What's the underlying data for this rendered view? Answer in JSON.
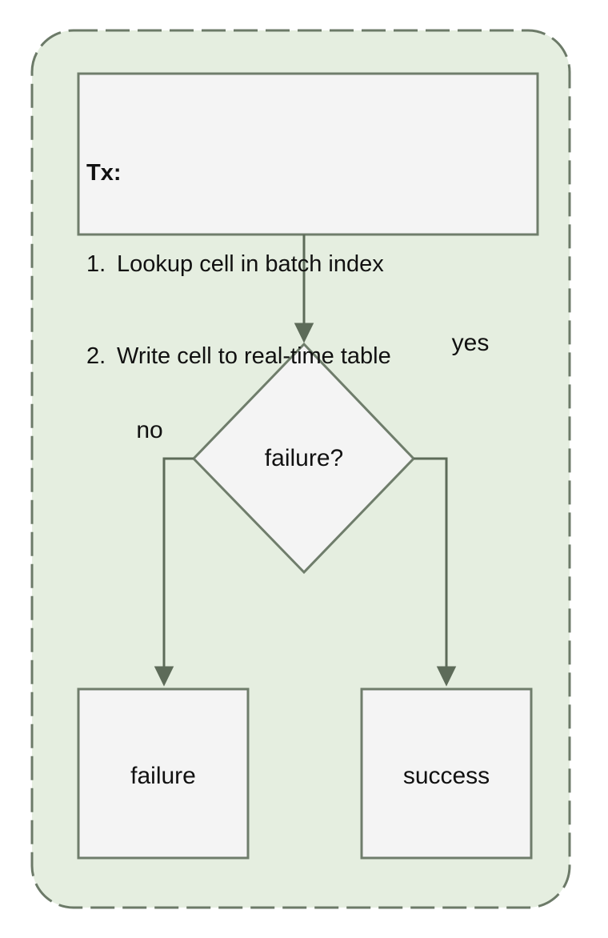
{
  "diagram": {
    "type": "flowchart",
    "title": "",
    "container": {
      "name": "transaction-group",
      "style": "dashed-rounded",
      "fill_color": "#e5eee0",
      "border_color": "#6c7a68"
    },
    "colors": {
      "node_fill": "#f4f4f4",
      "node_border": "#6f7d6b",
      "edge_stroke": "#5d6b59",
      "text": "#111111",
      "page_background": "#ffffff"
    },
    "nodes": [
      {
        "id": "tx",
        "name": "tx-process-box",
        "shape": "rectangle",
        "title": "Tx:",
        "steps": [
          {
            "num": "1.",
            "text": "Lookup cell in batch index"
          },
          {
            "num": "2.",
            "text": "Write cell to real-time table"
          }
        ]
      },
      {
        "id": "decision",
        "name": "failure-decision-diamond",
        "shape": "diamond",
        "label": "failure?"
      },
      {
        "id": "failure",
        "name": "failure-terminal-box",
        "shape": "rectangle",
        "label": "failure"
      },
      {
        "id": "success",
        "name": "success-terminal-box",
        "shape": "rectangle",
        "label": "success"
      }
    ],
    "edges": [
      {
        "from": "tx",
        "to": "decision",
        "label": ""
      },
      {
        "from": "decision",
        "to": "failure",
        "label": "no"
      },
      {
        "from": "decision",
        "to": "success",
        "label": "yes"
      }
    ],
    "edge_labels": {
      "no": "no",
      "yes": "yes"
    }
  }
}
